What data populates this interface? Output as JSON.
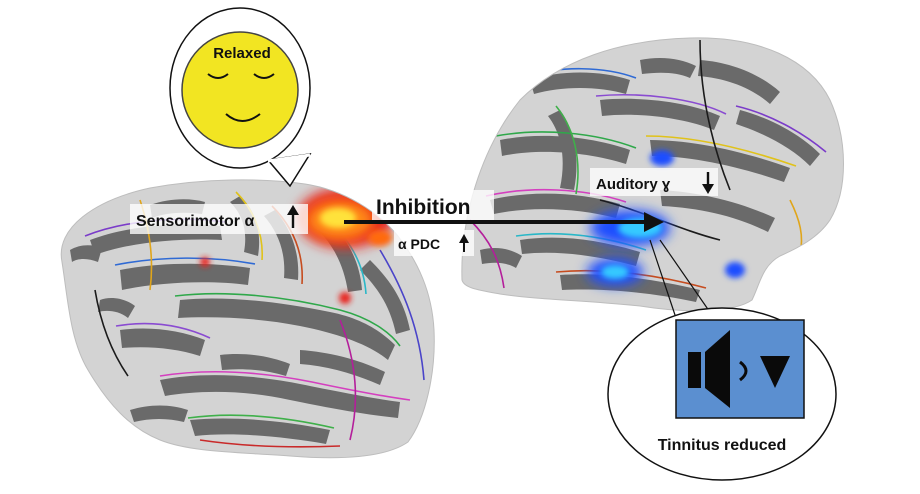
{
  "labels": {
    "relaxed": "Relaxed",
    "sensorimotor": "Sensorimotor α",
    "inhibition": "Inhibition",
    "alpha_pdc": "α PDC",
    "auditory": "Auditory ɣ",
    "tinnitus": "Tinnitus reduced"
  },
  "colors": {
    "face_fill": "#f2e522",
    "speaker_panel": "#5b8fd0",
    "activation_red": "#e8211c",
    "activation_orange": "#ff8a12",
    "deactivation_blue": "#1f4dff",
    "deactivation_cyan": "#35c9ff",
    "gyri_light": "#d3d3d3",
    "sulci_dark": "#6a6a6a"
  },
  "icons": {
    "face": "smiling-face-icon",
    "speaker": "speaker-icon",
    "volume_down": "volume-down-triangle-icon",
    "arrow_up": "arrow-up-icon",
    "arrow_down": "arrow-down-icon"
  }
}
